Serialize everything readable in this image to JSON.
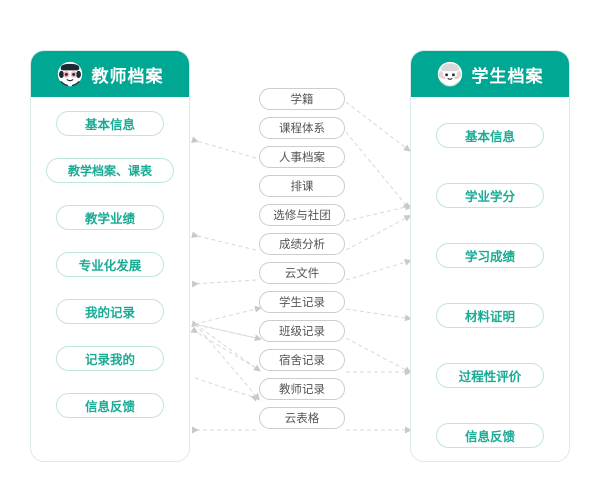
{
  "diagram": {
    "title_note": "教师档案与学生档案功能模块关系图",
    "accent_color": "#00a894",
    "pill_teal_text_color": "#1aab94",
    "pill_grey_text_color": "#555555",
    "connector_color": "#d5d5d5"
  },
  "panels": {
    "teacher": {
      "icon": "panda-mascot-icon",
      "title": "教师档案",
      "items": [
        {
          "label": "基本信息",
          "wide": false
        },
        {
          "label": "教学档案、课表",
          "wide": true
        },
        {
          "label": "教学业绩",
          "wide": false
        },
        {
          "label": "专业化发展",
          "wide": false
        },
        {
          "label": "我的记录",
          "wide": false
        },
        {
          "label": "记录我的",
          "wide": false
        },
        {
          "label": "信息反馈",
          "wide": false
        }
      ]
    },
    "student": {
      "icon": "student-mascot-icon",
      "title": "学生档案",
      "items": [
        {
          "label": "基本信息",
          "wide": false
        },
        {
          "label": "学业学分",
          "wide": false
        },
        {
          "label": "学习成绩",
          "wide": false
        },
        {
          "label": "材料证明",
          "wide": false
        },
        {
          "label": "过程性评价",
          "wide": false
        },
        {
          "label": "信息反馈",
          "wide": false
        }
      ]
    }
  },
  "middle": {
    "items": [
      {
        "label": "学籍"
      },
      {
        "label": "课程体系"
      },
      {
        "label": "人事档案"
      },
      {
        "label": "排课"
      },
      {
        "label": "选修与社团"
      },
      {
        "label": "成绩分析"
      },
      {
        "label": "云文件"
      },
      {
        "label": "学生记录"
      },
      {
        "label": "班级记录"
      },
      {
        "label": "宿舍记录"
      },
      {
        "label": "教师记录"
      },
      {
        "label": "云表格"
      }
    ]
  },
  "connections": {
    "left_side_note": "中间模块指向教师档案模块的虚线箭头",
    "right_side_note": "中间模块指向学生档案模块的虚线箭头"
  }
}
